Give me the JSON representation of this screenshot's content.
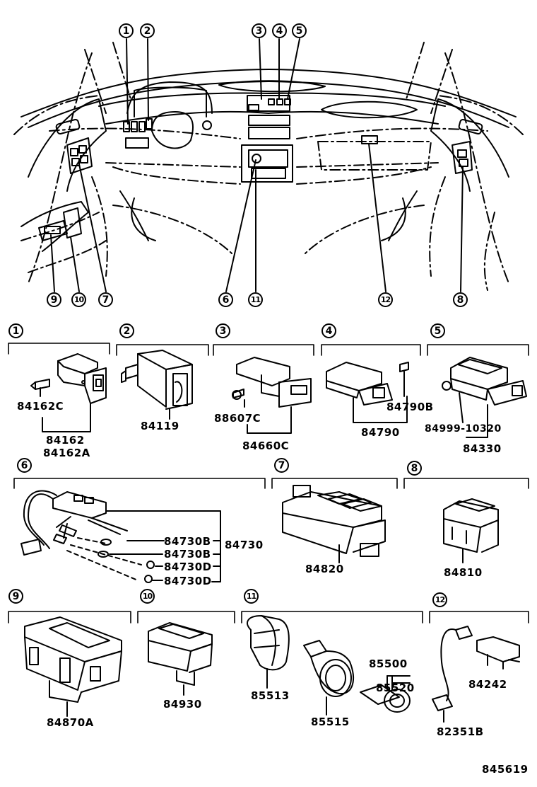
{
  "callouts": {
    "dash": [
      "1",
      "2",
      "3",
      "4",
      "5",
      "6",
      "11",
      "12",
      "7",
      "8",
      "9",
      "10"
    ],
    "sections": [
      "1",
      "2",
      "3",
      "4",
      "5",
      "6",
      "7",
      "8",
      "9",
      "10",
      "11",
      "12"
    ]
  },
  "parts": {
    "s1": {
      "screw": "84162C",
      "main": "84162",
      "alt": "84162A"
    },
    "s2": {
      "main": "84119"
    },
    "s3": {
      "screw": "88607C",
      "main": "84660C"
    },
    "s4": {
      "screw": "84790B",
      "main": "84790"
    },
    "s5": {
      "screw": "84999-10320",
      "main": "84330"
    },
    "s6": {
      "b1": "84730B",
      "b2": "84730B",
      "d1": "84730D",
      "d2": "84730D",
      "main": "84730"
    },
    "s7": {
      "main": "84820"
    },
    "s8": {
      "main": "84810"
    },
    "s9": {
      "main": "84870A"
    },
    "s10": {
      "main": "84930"
    },
    "s11": {
      "holder": "85513",
      "socket": "85515",
      "main": "85500",
      "plug": "85520"
    },
    "s12": {
      "main": "84242",
      "sub": "82351B"
    }
  },
  "diagram_id": "845619"
}
